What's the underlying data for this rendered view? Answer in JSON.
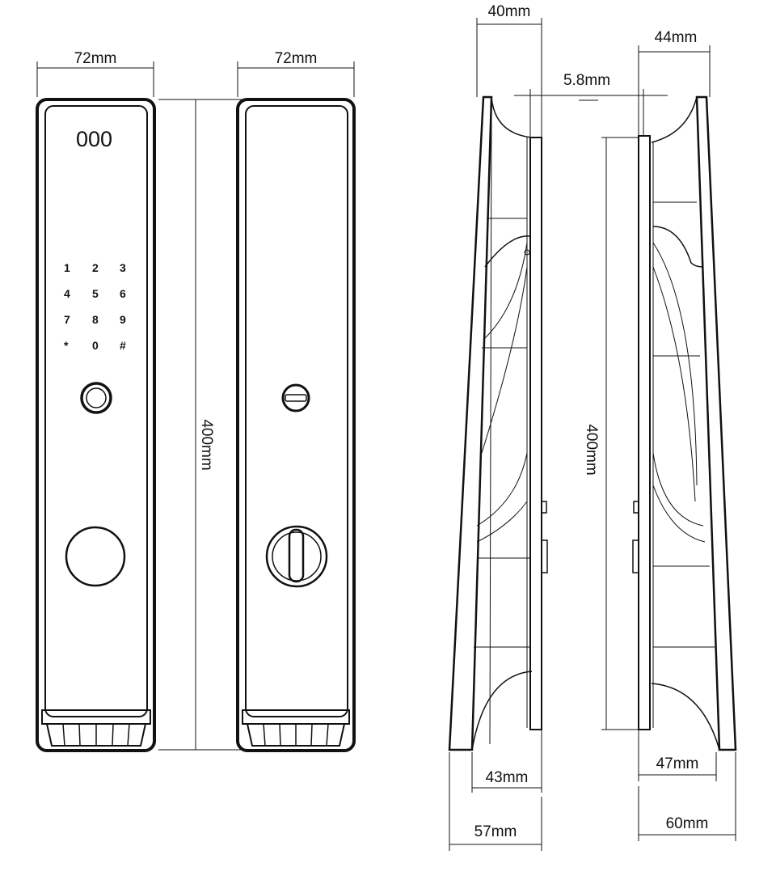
{
  "dimensions": {
    "front_width": "72mm",
    "back_width": "72mm",
    "front_height": "400mm",
    "side_height": "400mm",
    "outer_depth_top": "40mm",
    "inner_depth_top": "44mm",
    "plate_thickness": "5.8mm",
    "outer_depth_bottom": "43mm",
    "outer_depth_base": "57mm",
    "inner_depth_bottom": "47mm",
    "inner_depth_base": "60mm"
  },
  "front_panel": {
    "display": "000",
    "keypad": {
      "row1": [
        "1",
        "2",
        "3"
      ],
      "row2": [
        "4",
        "5",
        "6"
      ],
      "row3": [
        "7",
        "8",
        "9"
      ],
      "row4": [
        "*",
        "0",
        "#"
      ]
    }
  },
  "back_panel": {
    "knob": "knob-icon",
    "turn_button": "thumb-turn-icon"
  },
  "colors": {
    "line": "#111111",
    "background": "#ffffff"
  }
}
